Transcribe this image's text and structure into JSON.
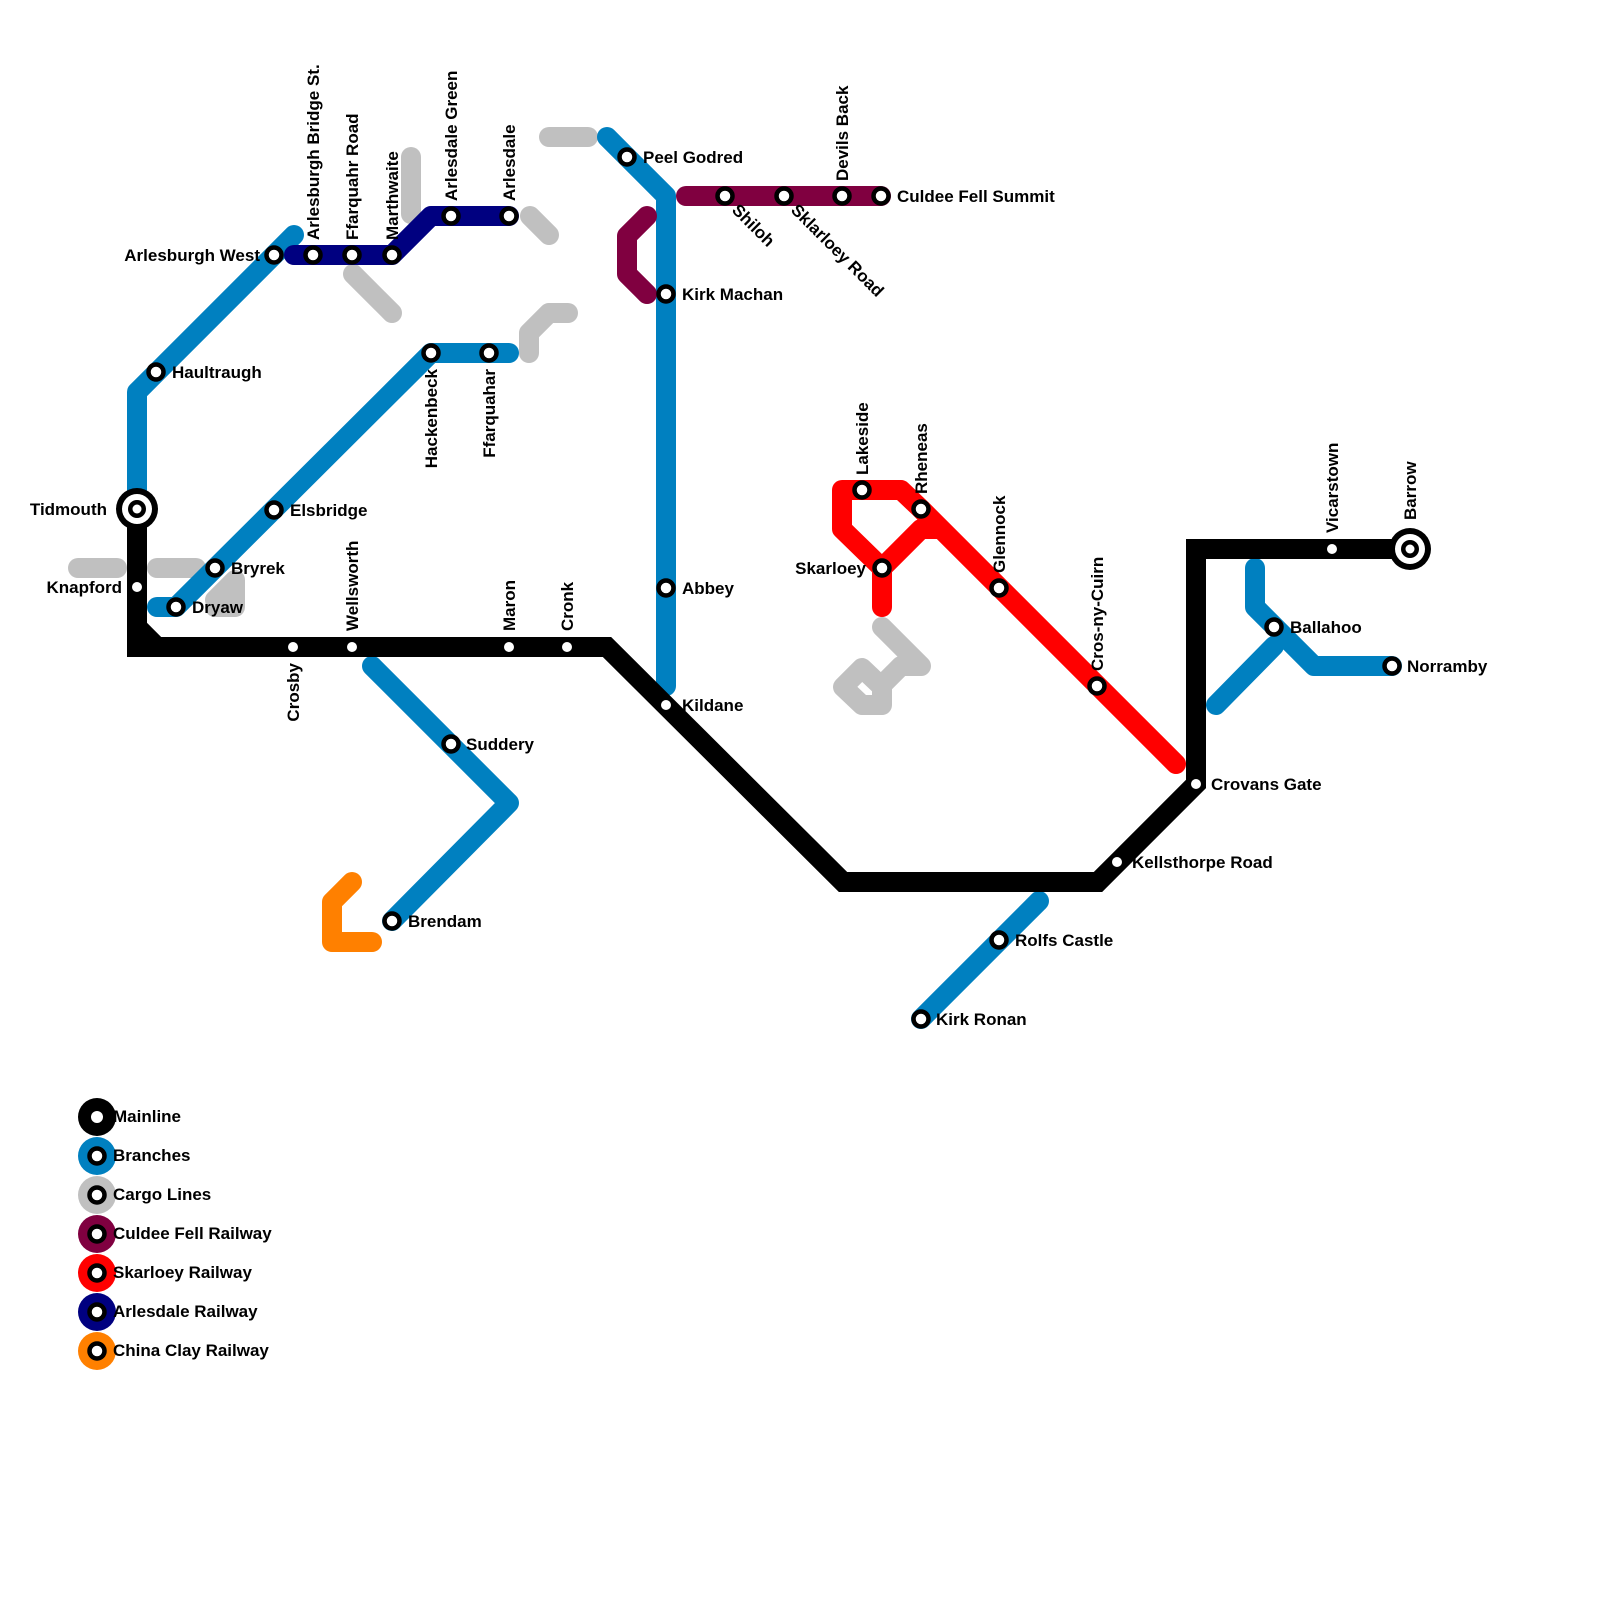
{
  "lines": {
    "mainline": {
      "name": "Mainline",
      "color": "#000000"
    },
    "branches": {
      "name": "Branches",
      "color": "#0080c0"
    },
    "cargo": {
      "name": "Cargo Lines",
      "color": "#c0c0c0"
    },
    "culdee": {
      "name": "Culdee Fell Railway",
      "color": "#800040"
    },
    "skarloey": {
      "name": "Skarloey Railway",
      "color": "#ff0000"
    },
    "arlesdale": {
      "name": "Arlesdale Railway",
      "color": "#000080"
    },
    "china_clay": {
      "name": "China Clay Railway",
      "color": "#ff8000"
    }
  },
  "stations": {
    "tidmouth": "Tidmouth",
    "knapford": "Knapford",
    "crosby": "Crosby",
    "wellsworth": "Wellsworth",
    "maron": "Maron",
    "cronk": "Cronk",
    "kildane": "Kildane",
    "kellsthorpe_road": "Kellsthorpe Road",
    "crovans_gate": "Crovans Gate",
    "vicarstown": "Vicarstown",
    "barrow": "Barrow",
    "haultraugh": "Haultraugh",
    "arlesburgh_west": "Arlesburgh West",
    "elsbridge": "Elsbridge",
    "bryrek": "Bryrek",
    "dryaw": "Dryaw",
    "hackenbeck": "Hackenbeck",
    "ffarquahar": "Ffarquahar",
    "peel_godred": "Peel Godred",
    "kirk_machan": "Kirk Machan",
    "abbey": "Abbey",
    "suddery": "Suddery",
    "brendam": "Brendam",
    "rolfs_castle": "Rolfs Castle",
    "kirk_ronan": "Kirk Ronan",
    "ballahoo": "Ballahoo",
    "norramby": "Norramby",
    "arlesburgh_bridge_st": "Arlesburgh Bridge St.",
    "ffarquahr_road": "Ffarquahr Road",
    "marthwaite": "Marthwaite",
    "arlesdale_green": "Arlesdale Green",
    "arlesdale": "Arlesdale",
    "shiloh": "Shiloh",
    "sklarloey_road": "Sklarloey Road",
    "devils_back": "Devils Back",
    "culdee_fell_summit": "Culdee Fell Summit",
    "lakeside": "Lakeside",
    "rheneas": "Rheneas",
    "skarloey": "Skarloey",
    "glennock": "Glennock",
    "cros_ny_cuirn": "Cros-ny-Cuirn"
  },
  "legend": [
    "mainline",
    "branches",
    "cargo",
    "culdee",
    "skarloey",
    "arlesdale",
    "china_clay"
  ]
}
